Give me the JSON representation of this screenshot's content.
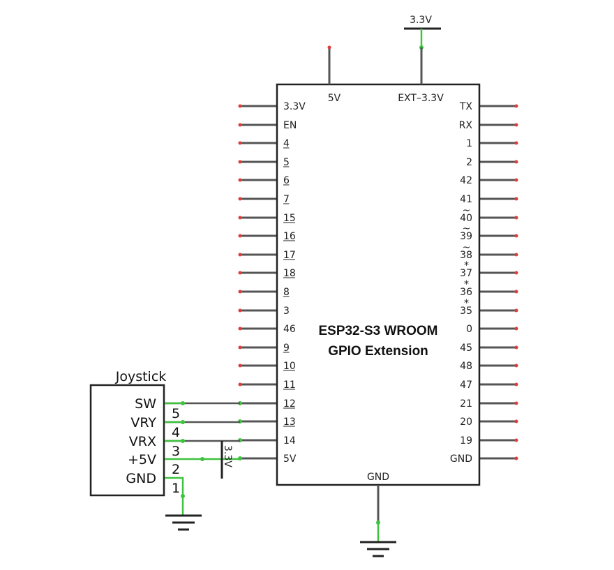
{
  "chip": {
    "title_line1": "ESP32-S3  WROOM",
    "title_line2": "GPIO Extension",
    "top_5v": "5V",
    "top_ext": "EXT–3.3V",
    "bottom_gnd": "GND",
    "left_pins": [
      "3.3V",
      "EN",
      "4",
      "5",
      "6",
      "7",
      "15",
      "16",
      "17",
      "18",
      "8",
      "3",
      "46",
      "9",
      "10",
      "11",
      "12",
      "13",
      "14",
      "5V"
    ],
    "left_underlined": [
      false,
      false,
      true,
      true,
      true,
      true,
      true,
      true,
      true,
      true,
      true,
      false,
      false,
      true,
      true,
      true,
      true,
      true,
      false,
      false
    ],
    "right_pins": [
      "TX",
      "RX",
      "1",
      "2",
      "42",
      "41",
      "40",
      "39",
      "38",
      "37",
      "36",
      "35",
      "0",
      "45",
      "48",
      "47",
      "21",
      "20",
      "19",
      "GND"
    ],
    "right_marks": [
      "",
      "",
      "",
      "",
      "",
      "",
      "~",
      "~",
      "~",
      "*",
      "*",
      "*",
      "",
      "",
      "",
      "",
      "",
      "",
      "",
      ""
    ]
  },
  "power": {
    "top_label": "3.3V",
    "divider_label": "3.3V"
  },
  "joystick": {
    "title": "Joystick",
    "pins": [
      "SW",
      "VRY",
      "VRX",
      "+5V",
      "GND"
    ],
    "numbers": [
      "5",
      "4",
      "3",
      "2",
      "1"
    ]
  },
  "colors": {
    "wire": "#555555",
    "pin_end": "#e03a3a",
    "junction": "#3ec33e",
    "box": "#222222"
  }
}
